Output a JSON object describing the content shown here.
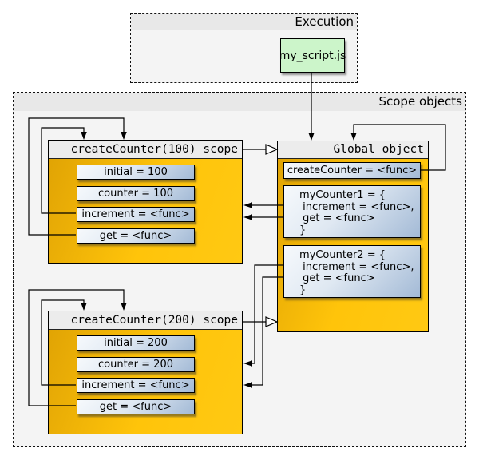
{
  "execution": {
    "title": "Execution",
    "script": "my_script.js"
  },
  "scope_objects": {
    "title": "Scope objects",
    "scope100": {
      "title": "createCounter(100) scope",
      "vars": [
        "initial = 100",
        "counter = 100",
        "increment = <func>",
        "get = <func>"
      ]
    },
    "scope200": {
      "title": "createCounter(200) scope",
      "vars": [
        "initial = 200",
        "counter = 200",
        "increment = <func>",
        "get = <func>"
      ]
    },
    "global": {
      "title": "Global object",
      "createCounter": "createCounter = <func>",
      "myCounter1": "myCounter1 = {\n increment = <func>,\n get = <func>\n}",
      "myCounter2": "myCounter2 = {\n increment = <func>,\n get = <func>\n}"
    }
  },
  "colors": {
    "gold": "#FFC40A",
    "gold_dark": "#DFA204",
    "blue_box_light": "#F6F9FC",
    "blue_box_dark": "#A3BAD6",
    "green_node": "#CCF5CA",
    "header_gray": "#ECECEC",
    "panel_gray": "#F4F4F4",
    "panel_header_gray": "#E8E8E8"
  }
}
